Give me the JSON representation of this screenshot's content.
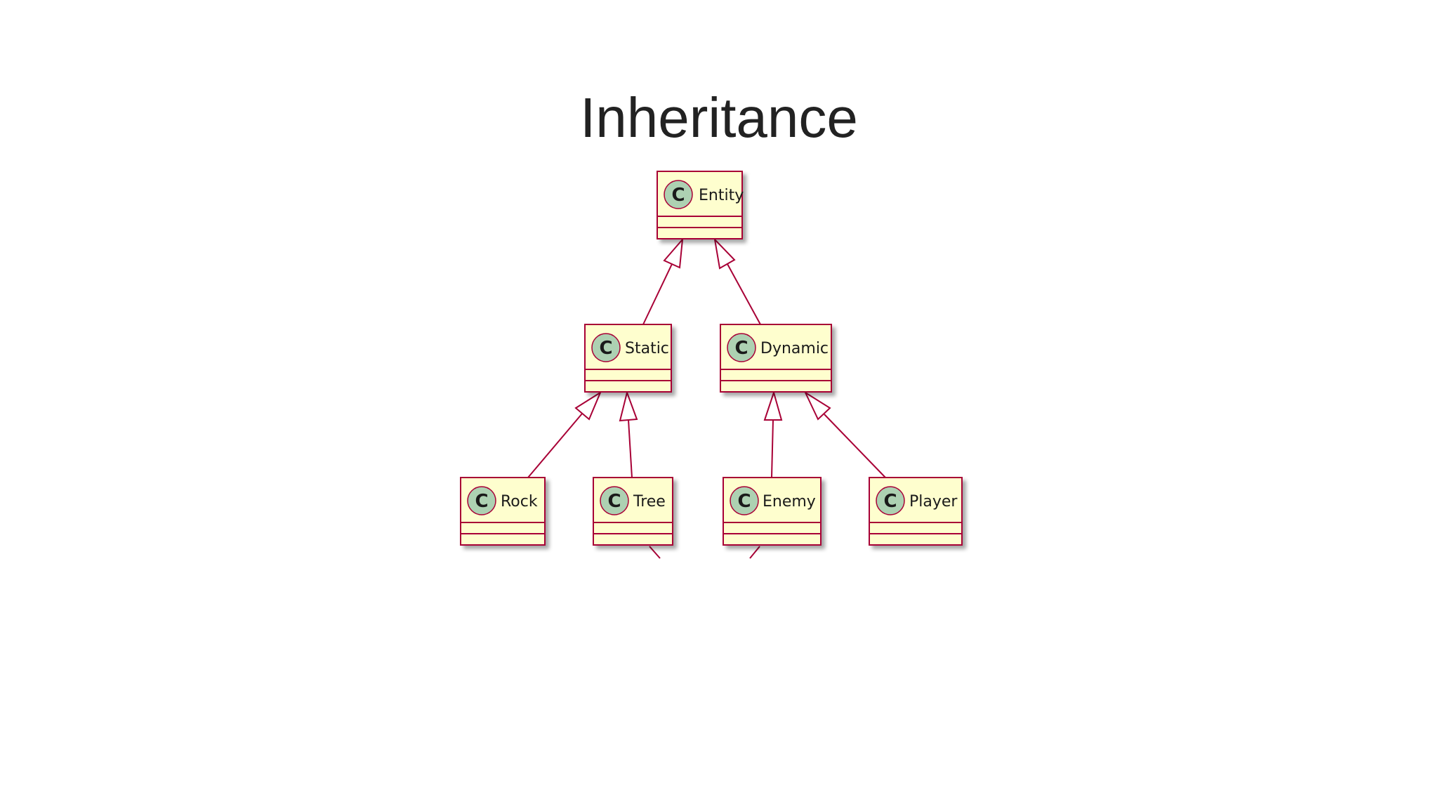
{
  "slide": {
    "title": "Inheritance"
  },
  "diagram": {
    "stereotype_glyph": "C",
    "classes": {
      "entity": "Entity",
      "static": "Static",
      "dynamic": "Dynamic",
      "rock": "Rock",
      "tree": "Tree",
      "enemy": "Enemy",
      "player": "Player"
    },
    "relations": [
      {
        "from": "Static",
        "to": "Entity",
        "type": "inheritance"
      },
      {
        "from": "Dynamic",
        "to": "Entity",
        "type": "inheritance"
      },
      {
        "from": "Rock",
        "to": "Static",
        "type": "inheritance"
      },
      {
        "from": "Tree",
        "to": "Static",
        "type": "inheritance"
      },
      {
        "from": "Enemy",
        "to": "Dynamic",
        "type": "inheritance"
      },
      {
        "from": "Player",
        "to": "Dynamic",
        "type": "inheritance"
      }
    ],
    "colors": {
      "box_fill": "#FEFECE",
      "box_border": "#A80036",
      "glyph_circle": "#ADD1B2"
    }
  }
}
